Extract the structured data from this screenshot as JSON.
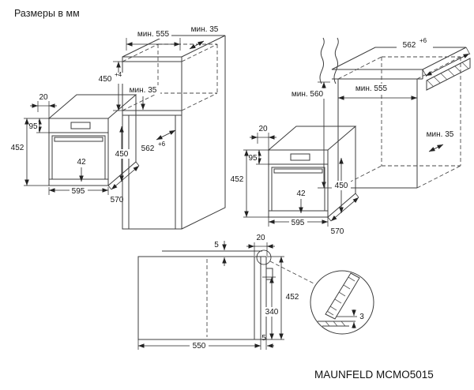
{
  "page": {
    "title": "Размеры в мм",
    "model": "MAUNFELD MCMO5015"
  },
  "tall_cabinet": {
    "min_width": "мин. 555",
    "min_top_gap": "мин. 35",
    "niche_height": "450",
    "niche_height_tol": "+4",
    "min_inner_gap": "мин. 35",
    "niche_depth": "562",
    "niche_depth_tol": "+6"
  },
  "oven_left": {
    "front_offset": "20",
    "panel_height": "95",
    "total_height": "452",
    "plinth_height": "42",
    "body_height": "450",
    "width": "595",
    "depth": "570"
  },
  "oven_right": {
    "front_offset": "20",
    "panel_height": "95",
    "total_height": "452",
    "plinth_height": "42",
    "body_height": "450",
    "width": "595",
    "depth": "570"
  },
  "base_cabinet": {
    "worktop_depth": "562",
    "worktop_depth_tol": "+6",
    "min_height": "мин. 560",
    "min_width": "мин. 555",
    "min_side_gap": "мин. 35"
  },
  "side_view": {
    "top_gap": "5",
    "door_offset": "20",
    "height": "452",
    "rear_height": "340",
    "depth": "550",
    "rear_gap": "5"
  },
  "detail_view": {
    "gap": "3"
  }
}
